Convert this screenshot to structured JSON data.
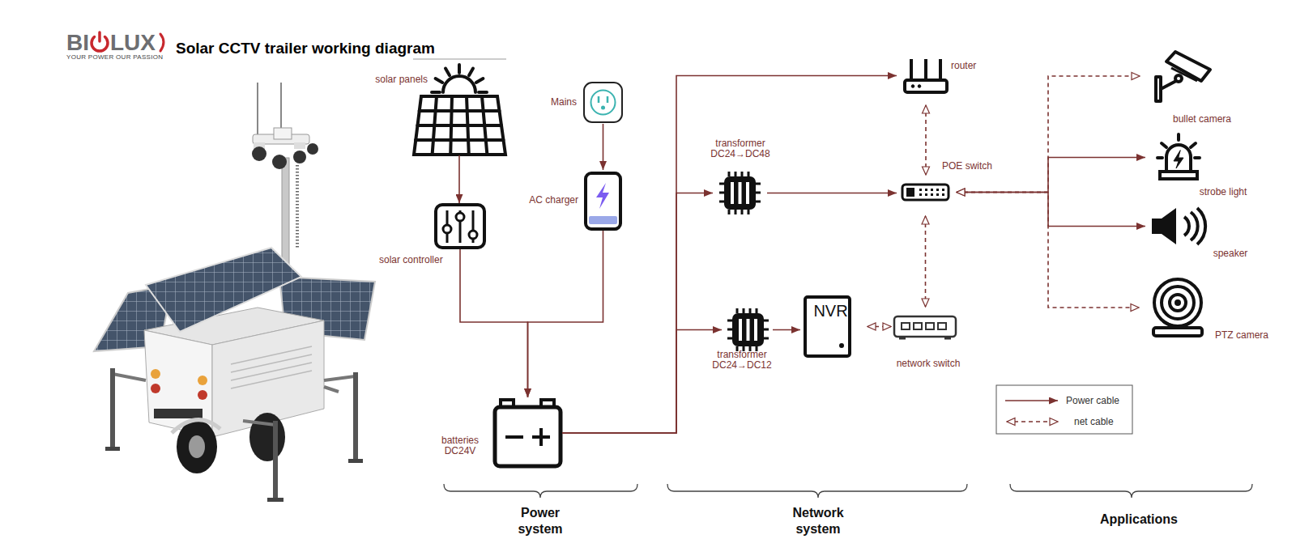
{
  "diagram": {
    "title": "Solar CCTV trailer working diagram",
    "nodes": [
      {
        "text": [
          "solar panels"
        ]
      },
      {
        "text": [
          "Mains"
        ]
      },
      {
        "text": [
          "solar controller"
        ]
      },
      {
        "text": [
          "AC charger"
        ]
      },
      {
        "text": [
          "batteries DC24V"
        ]
      },
      {
        "text": [
          "router"
        ]
      },
      {
        "text": [
          "transformer DC24→DC48"
        ]
      },
      {
        "text": [
          "POE switch"
        ]
      },
      {
        "text": [
          "transformer DC24→DC12"
        ]
      },
      {
        "text": [
          "NVR"
        ]
      },
      {
        "text": [
          "network switch"
        ]
      },
      {
        "text": [
          "bullet camera"
        ]
      },
      {
        "text": [
          "strobe light"
        ]
      },
      {
        "text": [
          "speaker"
        ]
      },
      {
        "text": [
          "PTZ camera"
        ]
      }
    ],
    "edges": [
      {
        "from": 0,
        "to": 2,
        "arrow": "to"
      },
      {
        "from": 1,
        "to": 3,
        "arrow": "to"
      },
      {
        "from": 2,
        "to": 4,
        "arrow": "to"
      },
      {
        "from": 3,
        "to": 4,
        "arrow": "to"
      },
      {
        "from": 4,
        "to": 5,
        "arrow": "to"
      },
      {
        "from": 4,
        "to": 6,
        "arrow": "to"
      },
      {
        "from": 4,
        "to": 8,
        "arrow": "to"
      },
      {
        "from": 6,
        "to": 7,
        "arrow": "to"
      },
      {
        "from": 8,
        "to": 9,
        "arrow": "to"
      },
      {
        "from": 9,
        "to": 10,
        "arrow": "both"
      },
      {
        "from": 5,
        "to": 7,
        "arrow": "both"
      },
      {
        "from": 7,
        "to": 10,
        "arrow": "both"
      },
      {
        "from": 7,
        "to": 11,
        "arrow": "both"
      },
      {
        "from": 7,
        "to": 12,
        "arrow": "to"
      },
      {
        "from": 7,
        "to": 13,
        "arrow": "to"
      },
      {
        "from": 7,
        "to": 14,
        "arrow": "both"
      }
    ],
    "labels": [
      "BI",
      "LUX",
      "YOUR POWER OUR PASSION",
      "Power system",
      "Network system",
      "Applications"
    ],
    "legend": [
      {
        "text": "Power cable"
      },
      {
        "text": "net cable"
      }
    ]
  }
}
